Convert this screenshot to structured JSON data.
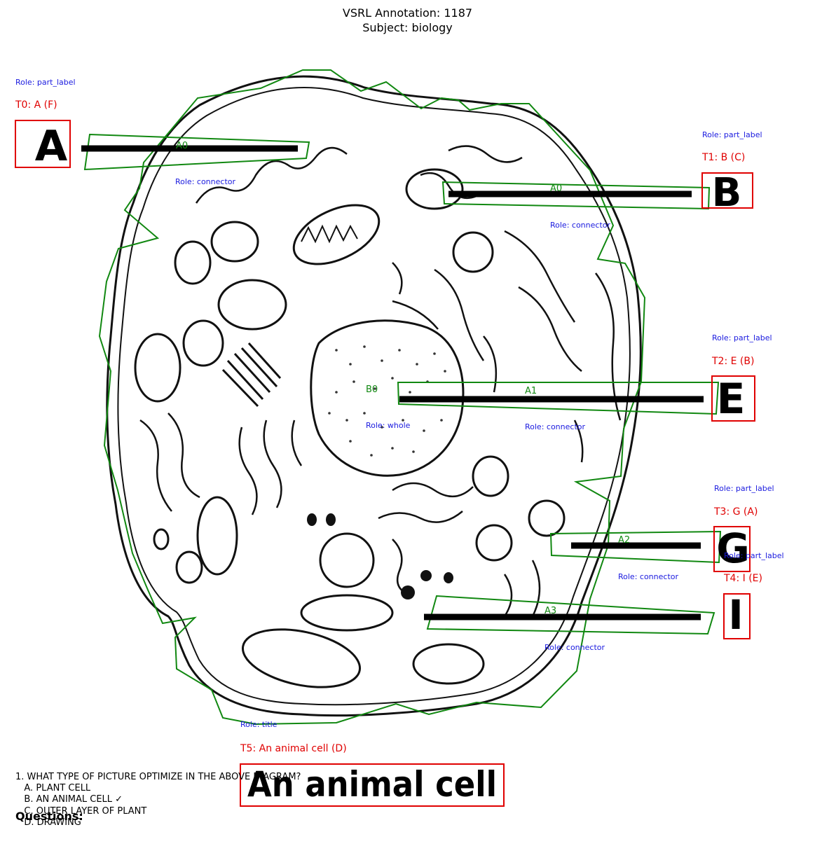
{
  "header": {
    "line1": "VSRL Annotation: 1187",
    "line2": "Subject: biology"
  },
  "labels": [
    {
      "id": "T0",
      "role": "Role: part_label",
      "text": "T0: A (F)",
      "letter": "A"
    },
    {
      "id": "T1",
      "role": "Role: part_label",
      "text": "T1: B (C)",
      "letter": "B"
    },
    {
      "id": "T2",
      "role": "Role: part_label",
      "text": "T2: E (B)",
      "letter": "E"
    },
    {
      "id": "T3",
      "role": "Role: part_label",
      "text": "T3: G (A)",
      "letter": "G"
    },
    {
      "id": "T4",
      "role": "Role: part_label",
      "text": "T4: I (E)",
      "letter": "I"
    },
    {
      "id": "T5",
      "role": "Role: title",
      "text": "T5: An animal cell (D)",
      "letter": "An animal cell"
    }
  ],
  "connectors": [
    {
      "id": "A0",
      "role": "Role: connector"
    },
    {
      "id": "A0",
      "role": "Role: connector"
    },
    {
      "id": "A1",
      "role": "Role: connector"
    },
    {
      "id": "A2",
      "role": "Role: connector"
    },
    {
      "id": "A3",
      "role": "Role: connector"
    }
  ],
  "whole": {
    "id": "B0",
    "role": "Role: whole"
  },
  "questions": {
    "title": "Questions:",
    "items": [
      "1. WHAT TYPE OF PICTURE OPTIMIZE IN THE ABOVE DIAGRAM?",
      "   A. PLANT CELL",
      "   B. AN ANIMAL CELL ✓",
      "   C. OUTER LAYER OF PLANT",
      "   D. DRAWING"
    ]
  },
  "colors": {
    "text_label": "#e00000",
    "role_label": "#1a1adf",
    "polygon": "#118811"
  }
}
